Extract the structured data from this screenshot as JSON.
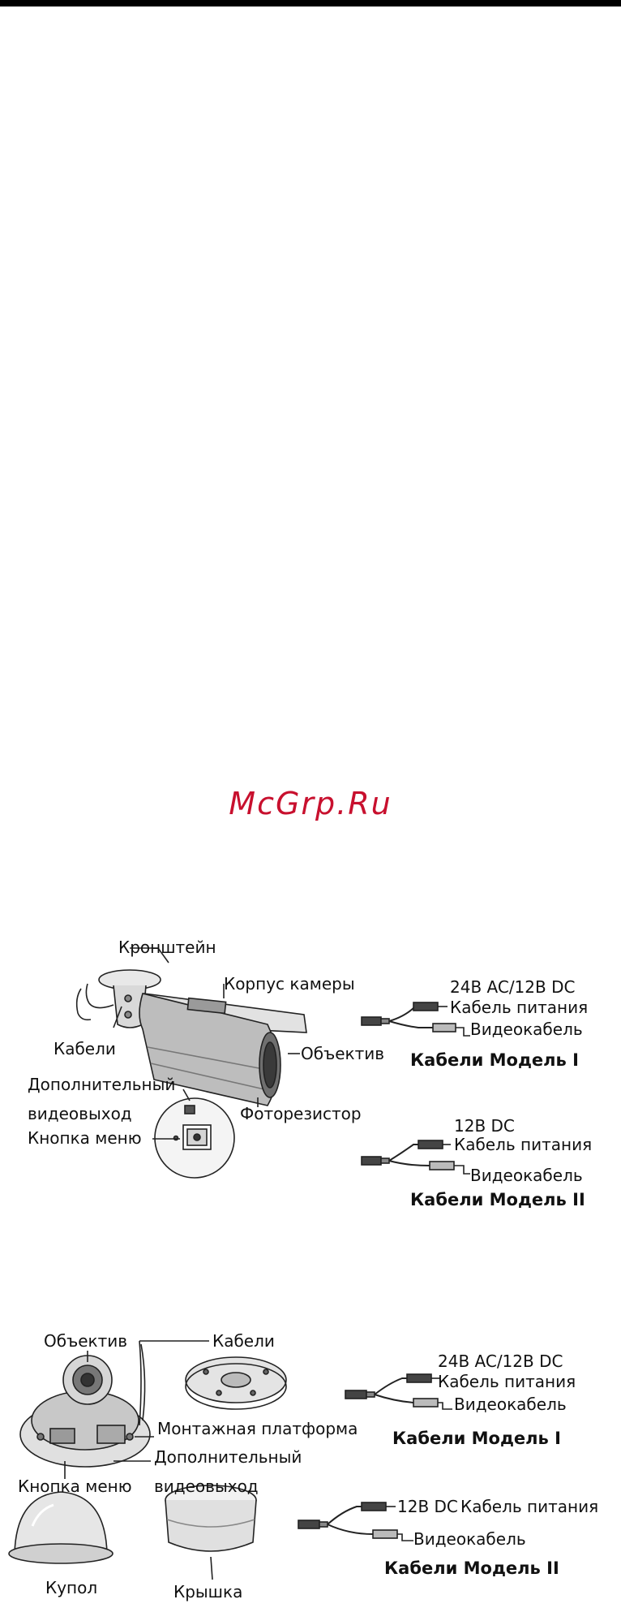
{
  "watermark": "McGrp.Ru",
  "bullet_camera": {
    "bracket": "Кронштейн",
    "housing": "Корпус камеры",
    "cables": "Кабели",
    "lens": "Объектив",
    "extra_video_out_line1": "Дополнительный",
    "extra_video_out_line2": "видеовыход",
    "menu_button": "Кнопка меню",
    "photoresistor": "Фоторезистор",
    "model1": {
      "power_spec": "24В AC/12В DC",
      "power_cable": "Кабель питания",
      "video_cable": "Видеокабель",
      "title": "Кабели Модель I"
    },
    "model2": {
      "power_spec": "12В DC",
      "power_cable": "Кабель питания",
      "video_cable": "Видеокабель",
      "title": "Кабели Модель II"
    }
  },
  "dome_camera": {
    "lens": "Объектив",
    "cables": "Кабели",
    "mounting_platform": "Монтажная платформа",
    "extra_video_out_line1": "Дополнительный",
    "extra_video_out_line2": "видеовыход",
    "menu_button": "Кнопка меню",
    "dome": "Купол",
    "cover": "Крышка",
    "model1": {
      "power_spec": "24В AC/12В DC",
      "power_cable": "Кабель питания",
      "video_cable": "Видеокабель",
      "title": "Кабели Модель I"
    },
    "model2": {
      "power_spec": "12В DC",
      "power_cable": "Кабель питания",
      "video_cable": "Видеокабель",
      "title": "Кабели Модель II"
    }
  }
}
